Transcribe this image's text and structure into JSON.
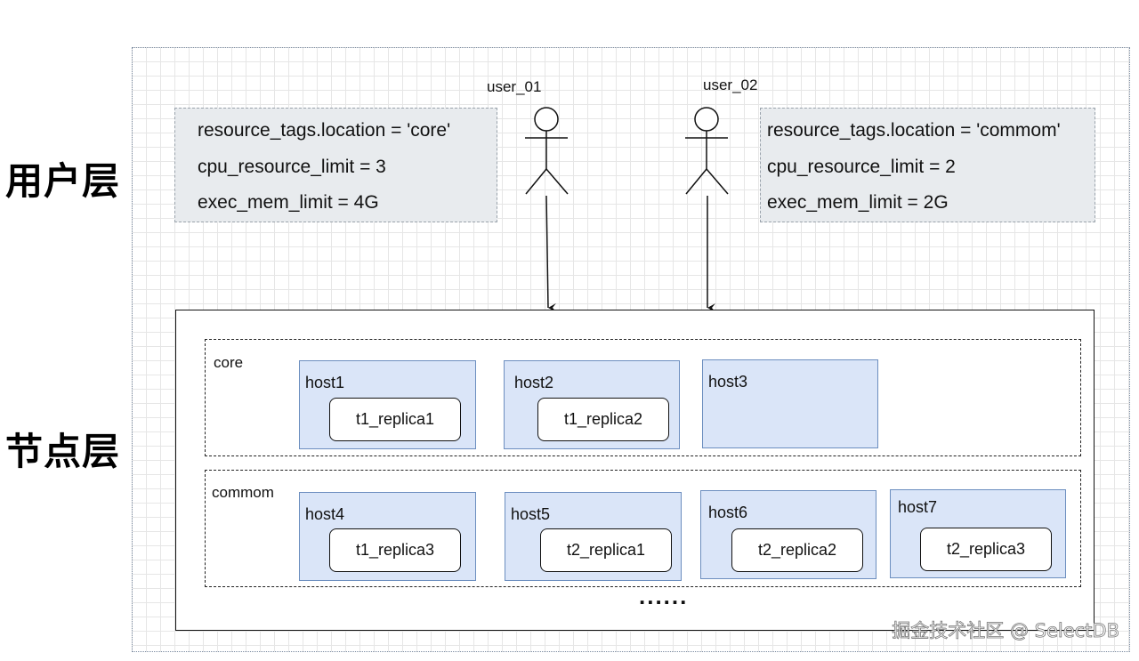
{
  "layers": {
    "user_layer_title": "用户层",
    "node_layer_title": "节点层"
  },
  "users": [
    {
      "name": "user_01",
      "config": [
        "resource_tags.location = 'core'",
        "cpu_resource_limit = 3",
        "exec_mem_limit = 4G"
      ]
    },
    {
      "name": "user_02",
      "config": [
        "resource_tags.location = 'commom'",
        "cpu_resource_limit = 2",
        "exec_mem_limit = 2G"
      ]
    }
  ],
  "groups": [
    {
      "label": "core",
      "hosts": [
        {
          "name": "host1",
          "replica": "t1_replica1"
        },
        {
          "name": "host2",
          "replica": "t1_replica2"
        },
        {
          "name": "host3",
          "replica": ""
        }
      ]
    },
    {
      "label": "commom",
      "hosts": [
        {
          "name": "host4",
          "replica": "t1_replica3"
        },
        {
          "name": "host5",
          "replica": "t2_replica1"
        },
        {
          "name": "host6",
          "replica": "t2_replica2"
        },
        {
          "name": "host7",
          "replica": "t2_replica3"
        }
      ]
    }
  ],
  "ellipsis": "......",
  "watermark": "掘金技术社区 @ SelectDB",
  "colors": {
    "config_bg": "#e8ebee",
    "host_fill": "#dae5f8",
    "host_border": "#6c8ebf",
    "grid": "#e6e6e6"
  }
}
